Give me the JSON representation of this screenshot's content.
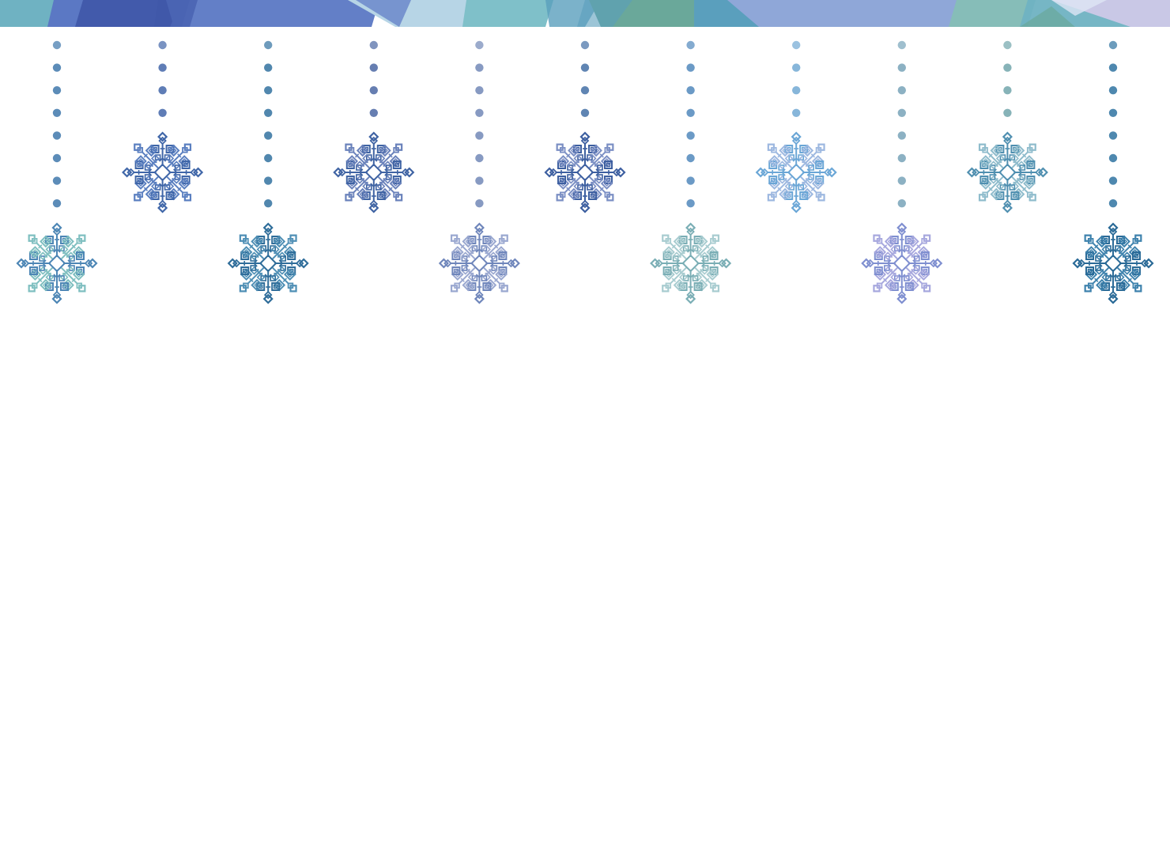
{
  "background_color": "#ffffff",
  "banner": {
    "icon": "low-poly-geometric-banner",
    "palette": [
      "#6fb2c2",
      "#3f57a8",
      "#5b78c4",
      "#b7d5e6",
      "#7fc0c9",
      "#6aa89a",
      "#5a9fbd",
      "#8fa7d8",
      "#c9c8e6",
      "#86bdb8"
    ]
  },
  "ornaments": [
    {
      "icon": "snowflake-icon",
      "hang_level": "low",
      "dot_color": "#4a7fb0",
      "colors": [
        "#4d86b5",
        "#7fbfc0"
      ]
    },
    {
      "icon": "snowflake-icon",
      "hang_level": "high",
      "dot_color": "#4e6fae",
      "colors": [
        "#3f66a8",
        "#5a7fc0"
      ]
    },
    {
      "icon": "snowflake-icon",
      "hang_level": "low",
      "dot_color": "#3e7aa5",
      "colors": [
        "#2f6d9a",
        "#4f8fb5"
      ]
    },
    {
      "icon": "snowflake-icon",
      "hang_level": "high",
      "dot_color": "#5570a8",
      "colors": [
        "#3f63a3",
        "#6a82bb"
      ]
    },
    {
      "icon": "snowflake-icon",
      "hang_level": "low",
      "dot_color": "#7a8fbb",
      "colors": [
        "#6f86bb",
        "#9aa8d0"
      ]
    },
    {
      "icon": "snowflake-icon",
      "hang_level": "high",
      "dot_color": "#4f78ab",
      "colors": [
        "#3d5fa0",
        "#7b8fc4"
      ]
    },
    {
      "icon": "snowflake-icon",
      "hang_level": "low",
      "dot_color": "#5b8fc0",
      "colors": [
        "#7aaeb5",
        "#a8ccd0"
      ]
    },
    {
      "icon": "snowflake-icon",
      "hang_level": "high",
      "dot_color": "#7aaed6",
      "colors": [
        "#6aa6d6",
        "#9db8e0"
      ]
    },
    {
      "icon": "snowflake-icon",
      "hang_level": "low",
      "dot_color": "#7fa9bd",
      "colors": [
        "#7f8fd0",
        "#a7a8de"
      ]
    },
    {
      "icon": "snowflake-icon",
      "hang_level": "high",
      "dot_color": "#7aabb0",
      "colors": [
        "#4f8fb0",
        "#8fbccc"
      ]
    },
    {
      "icon": "snowflake-icon",
      "hang_level": "low",
      "dot_color": "#3b7ba6",
      "colors": [
        "#2a6a97",
        "#3e82ad"
      ]
    }
  ]
}
